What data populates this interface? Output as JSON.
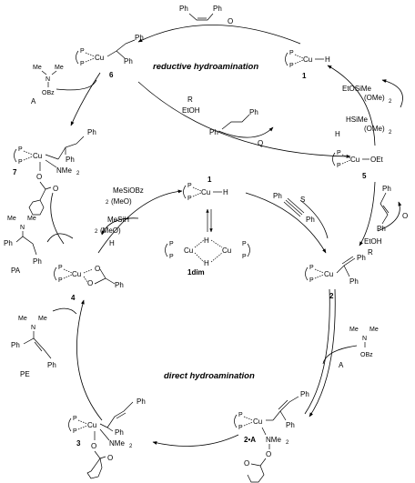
{
  "title_top": {
    "reductive": "reductive hydroamination",
    "direct": "direct hydroamination"
  },
  "compounds": {
    "c1_top": {
      "label": "1",
      "cu": "Cu",
      "h": "H",
      "p1": "P",
      "p2": "P"
    },
    "c1_mid": {
      "label": "1",
      "cu": "Cu",
      "h": "H",
      "p1": "P",
      "p2": "P"
    },
    "c1dim": {
      "label": "1dim",
      "cu": "Cu",
      "h": "H",
      "p": "P"
    },
    "c2": {
      "label": "2",
      "cu": "Cu",
      "ph": "Ph",
      "p": "P"
    },
    "c2A": {
      "label": "2•A",
      "cu": "Cu",
      "ph": "Ph",
      "nme2": "NMe",
      "sub2": "2",
      "o": "O",
      "p": "P"
    },
    "c3": {
      "label": "3",
      "cu": "Cu",
      "ph": "Ph",
      "nme2": "NMe",
      "sub2": "2",
      "o": "O",
      "p": "P"
    },
    "c4": {
      "label": "4",
      "cu": "Cu",
      "ph": "Ph",
      "o": "O",
      "p": "P"
    },
    "c5": {
      "label": "5",
      "cu": "Cu",
      "oet": "OEt",
      "p": "P"
    },
    "c6": {
      "label": "6",
      "cu": "Cu",
      "ph": "Ph",
      "p": "P"
    },
    "c7": {
      "label": "7",
      "cu": "Cu",
      "ph": "Ph",
      "nme2": "NMe",
      "sub2": "2",
      "o": "O",
      "p": "P"
    }
  },
  "reagents": {
    "O_top": {
      "ph1": "Ph",
      "ph2": "Ph",
      "tag": "O"
    },
    "O_right": {
      "ph": "Ph",
      "tag": "O"
    },
    "S": {
      "ph1": "Ph",
      "ph2": "Ph",
      "tag": "S"
    },
    "EtOSiMe": {
      "line1": "EtOSiMe",
      "line2": "(OMe)",
      "sub": "2"
    },
    "HSiMe": {
      "line1": "HSiMe",
      "line2": "(OMe)",
      "sub": "2",
      "tag": "H"
    },
    "R_right": {
      "line1": "EtOH",
      "tag": "R"
    },
    "R_q": {
      "tag_r": "R",
      "line1": "EtOH",
      "ph1": "Ph",
      "ph2": "Ph",
      "tag_q": "Q"
    },
    "A_left": {
      "me1": "Me",
      "n": "N",
      "me2": "Me",
      "obz": "OBz",
      "tag": "A"
    },
    "A_right": {
      "me1": "Me",
      "n": "N",
      "me2": "Me",
      "obz": "OBz",
      "tag": "A"
    },
    "MeSiOBz": {
      "line1": "MeSiOBz",
      "pre": "2",
      "line2": "(MeO)"
    },
    "MeSiH": {
      "line1": "MeSiH",
      "pre": "2",
      "line2": "(MeO)",
      "tag": "H"
    },
    "PA": {
      "me1": "Me",
      "n": "N",
      "me2": "Me",
      "ph1": "Ph",
      "ph2": "Ph",
      "tag": "PA"
    },
    "PE": {
      "me1": "Me",
      "n": "N",
      "me2": "Me",
      "ph1": "Ph",
      "ph2": "Ph",
      "tag": "PE"
    }
  }
}
